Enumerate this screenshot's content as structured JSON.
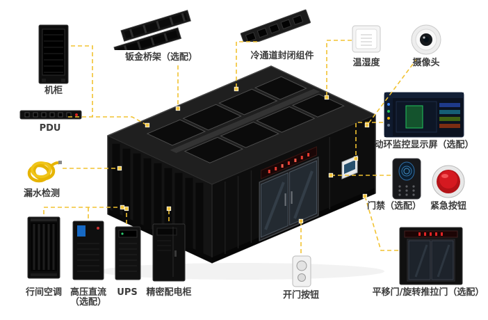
{
  "labels": {
    "cabinet": "机柜",
    "pdu": "PDU",
    "cable_tray": "钣金桥架（选配）",
    "cold_aisle_kit": "冷通道封闭组件",
    "temp_humidity": "温湿度",
    "camera": "摄像头",
    "monitor": "动环监控显示屏（选配）",
    "access_control": "门禁（选配）",
    "emergency_button": "紧急按钮",
    "leak_detection": "漏水检测",
    "inrow_ac": "行间空调",
    "hvdc_line1": "高压直流",
    "hvdc_line2": "（选配）",
    "ups": "UPS",
    "power_cabinet": "精密配电柜",
    "door_button": "开门按钮",
    "sliding_door": "平移门/旋转推拉门（选配）"
  },
  "colors": {
    "connector_yellow": "#F2C230",
    "label_text": "#3C3C3C",
    "unit_body": "#141414",
    "emergency_red": "#D51920",
    "leak_cable_yellow": "#E6B400",
    "led_red": "#E53B30"
  }
}
